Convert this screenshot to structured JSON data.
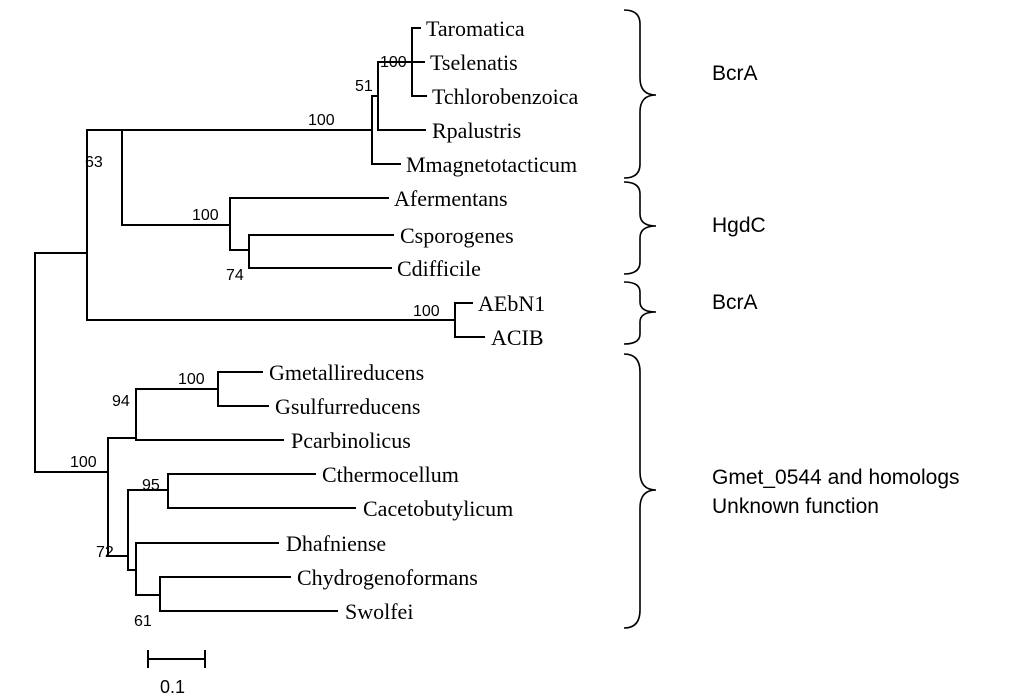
{
  "taxa": [
    "Taromatica",
    "Tselenatis",
    "Tchlorobenzoica",
    "Rpalustris",
    "Mmagnetotacticum",
    "Afermentans",
    "Csporogenes",
    "Cdifficile",
    "AEbN1",
    "ACIB",
    "Gmetallireducens",
    "Gsulfurreducens",
    "Pcarbinolicus",
    "Cthermocellum",
    "Cacetobutylicum",
    "Dhafniense",
    "Chydrogenoformans",
    "Swolfei"
  ],
  "support_values": {
    "tselenatis_node": "100",
    "bcra_inner_node": "51",
    "bcra_clade_node": "100",
    "bcra_hgdc_node": "63",
    "hgdc_clade_node": "100",
    "csporogenes_cdifficile_node": "74",
    "aebn1_acib_node": "100",
    "geobacter_node": "100",
    "geobacter_pcarb_node": "94",
    "unknown_clade_node": "100",
    "clostridia_node": "95",
    "dhaf_node": "72",
    "chyd_swol_node": "61"
  },
  "groups": [
    {
      "label": "BcrA"
    },
    {
      "label": "HgdC"
    },
    {
      "label": "BcrA"
    },
    {
      "label": "Gmet_0544 and homologs",
      "label2": "Unknown function"
    }
  ],
  "scale_bar": {
    "label": "0.1"
  }
}
